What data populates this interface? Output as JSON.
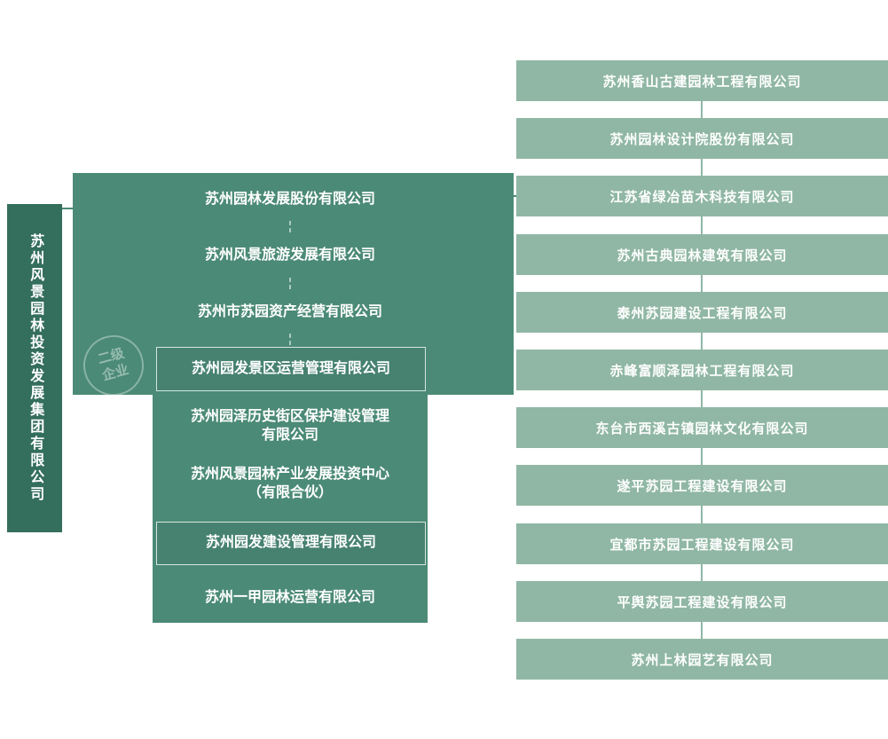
{
  "colors": {
    "root_box": "#346e5d",
    "mid_panel": "#4b8a76",
    "right_box": "#90b7a5",
    "text": "#ffffff"
  },
  "root": {
    "label": "苏州风景园林投资发展集团有限公司"
  },
  "watermark": {
    "text": "二级\n企业"
  },
  "level2": [
    {
      "label": "苏州园林发展股份有限公司"
    },
    {
      "label": "苏州风景旅游发展有限公司"
    },
    {
      "label": "苏州市苏园资产经营有限公司"
    },
    {
      "label": "苏州园发景区运营管理有限公司"
    },
    {
      "label": "苏州园泽历史街区保护建设管理\n有限公司"
    },
    {
      "label": "苏州风景园林产业发展投资中心\n（有限合伙）"
    },
    {
      "label": "苏州园发建设管理有限公司"
    },
    {
      "label": "苏州一甲园林运营有限公司"
    }
  ],
  "level3": [
    {
      "label": "苏州香山古建园林工程有限公司"
    },
    {
      "label": "苏州园林设计院股份有限公司"
    },
    {
      "label": "江苏省绿冶苗木科技有限公司"
    },
    {
      "label": "苏州古典园林建筑有限公司"
    },
    {
      "label": "泰州苏园建设工程有限公司"
    },
    {
      "label": "赤峰富顺泽园林工程有限公司"
    },
    {
      "label": "东台市西溪古镇园林文化有限公司"
    },
    {
      "label": "遂平苏园工程建设有限公司"
    },
    {
      "label": "宜都市苏园工程建设有限公司"
    },
    {
      "label": "平舆苏园工程建设有限公司"
    },
    {
      "label": "苏州上林园艺有限公司"
    }
  ]
}
